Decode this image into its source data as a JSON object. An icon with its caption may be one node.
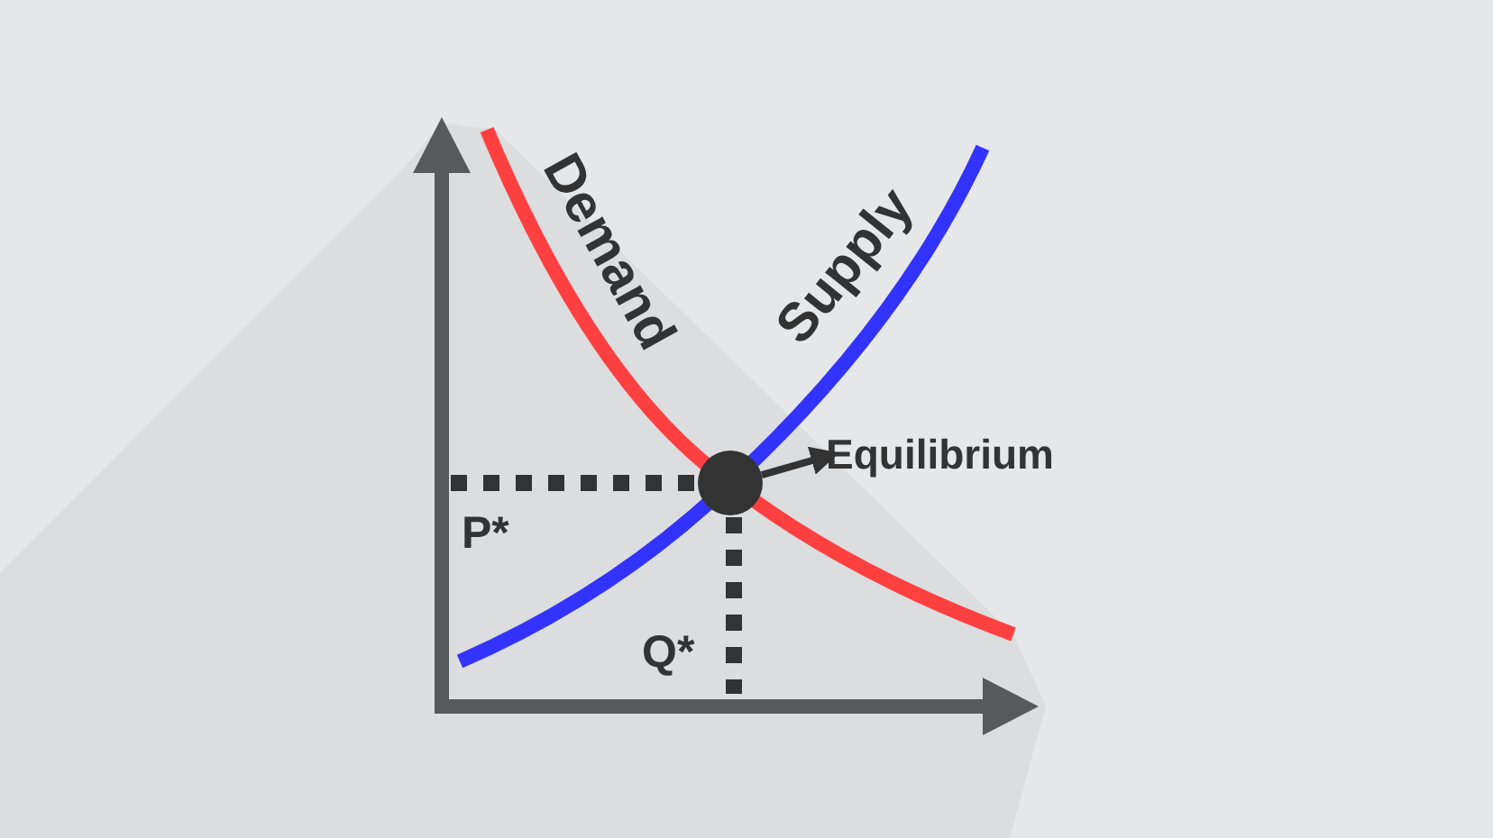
{
  "diagram": {
    "nodes": [
      {
        "text": [],
        "shape": "circle"
      },
      {
        "text": [
          "Equilibrium"
        ]
      }
    ],
    "edges": [
      {
        "from": 0,
        "to": 1,
        "arrow": "to"
      }
    ],
    "labels": [
      "Demand",
      "Supply",
      "P*",
      "Q*"
    ]
  }
}
